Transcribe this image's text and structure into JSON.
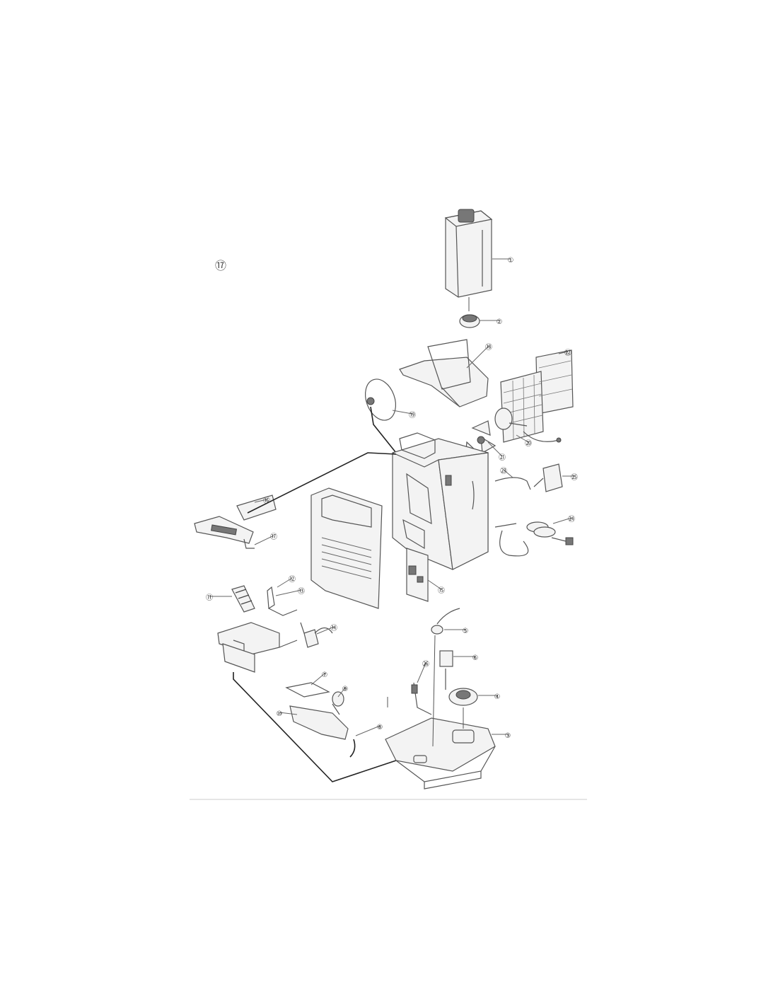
{
  "diagram": {
    "floating_label": "⑰",
    "callouts": [
      {
        "id": "tank",
        "text": "①"
      },
      {
        "id": "tank-cap",
        "text": "②"
      },
      {
        "id": "base-tray",
        "text": "③"
      },
      {
        "id": "oil-filter",
        "text": "④"
      },
      {
        "id": "pump-top",
        "text": "⑤"
      },
      {
        "id": "pump",
        "text": "⑥"
      },
      {
        "id": "burner-wire",
        "text": "⑦"
      },
      {
        "id": "spring",
        "text": "⑧"
      },
      {
        "id": "sensor",
        "text": "⑨"
      },
      {
        "id": "burner",
        "text": "⑩"
      },
      {
        "id": "igniter",
        "text": "⑪"
      },
      {
        "id": "bracket",
        "text": "⑫"
      },
      {
        "id": "bracket-b",
        "text": "⑬"
      },
      {
        "id": "transformer",
        "text": "⑭"
      },
      {
        "id": "pcb",
        "text": "⑮"
      },
      {
        "id": "control-board",
        "text": "⑯"
      },
      {
        "id": "panel-wire",
        "text": "⑰"
      },
      {
        "id": "tank-holder",
        "text": "⑱"
      },
      {
        "id": "fan-guard",
        "text": "⑲"
      },
      {
        "id": "motor",
        "text": "⑳"
      },
      {
        "id": "fan",
        "text": "㉑"
      },
      {
        "id": "back-grille",
        "text": "㉒"
      },
      {
        "id": "thermistor",
        "text": "㉓"
      },
      {
        "id": "power-cord",
        "text": "㉔"
      },
      {
        "id": "switch-box",
        "text": "㉕"
      },
      {
        "id": "float",
        "text": "㉖"
      }
    ]
  }
}
